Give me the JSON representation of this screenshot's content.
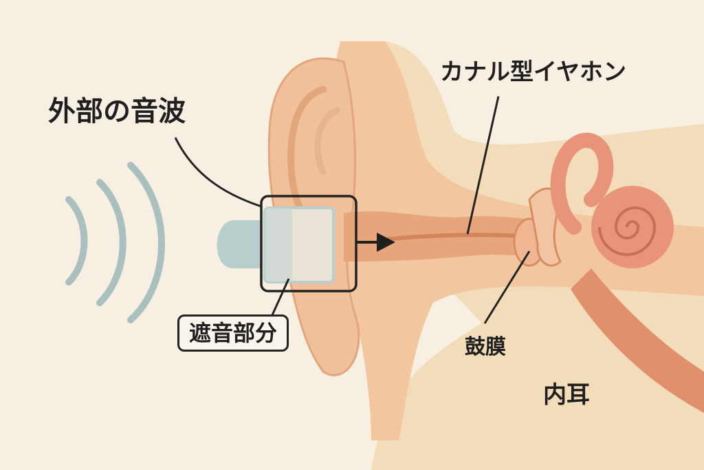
{
  "diagram": {
    "labels": {
      "external_sound": "外部の音波",
      "canal_earphone": "カナル型イヤホン",
      "sound_blocking": "遮音部分",
      "eardrum": "鼓膜",
      "inner_ear": "内耳"
    },
    "colors": {
      "background": "#f8efe3",
      "skin": "#f2c7a0",
      "skin_dark": "#e6a57b",
      "canal": "#dc8f64",
      "inner_ear": "#e8947a",
      "bone": "#f3dcb9",
      "earphone": "#b8cfcd",
      "sound_wave": "#a9c0be",
      "line": "#222222"
    }
  }
}
